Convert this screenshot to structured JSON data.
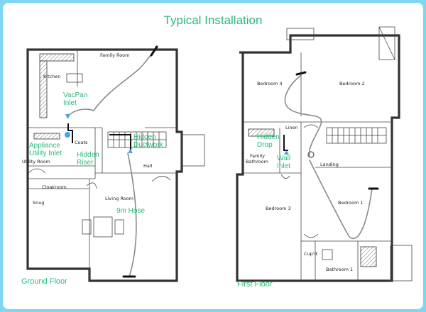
{
  "title": "Typical Installation",
  "colors": {
    "annotation": "#2db87a",
    "inlet": "#4aa3df",
    "background": "#7fd6f0"
  },
  "ground_floor": {
    "label": "Ground Floor",
    "rooms": {
      "kitchen": "Kitchen",
      "family_room": "Family Room",
      "utility_room": "Utility Room",
      "cloakroom": "Cloakroom",
      "snug": "Snug",
      "hall": "Hall",
      "living_room": "Living Room",
      "coats": "Coats"
    },
    "callouts": {
      "vacpan_line1": "VacPan",
      "vacpan_line2": "Inlet",
      "appliance_line1": "Appliance",
      "appliance_line2": "Utility Inlet",
      "riser_line1": "Hidden",
      "riser_line2": "Riser",
      "ductwork_line1": "Hidden",
      "ductwork_line2": "Ductwork",
      "hose": "9m Hose"
    }
  },
  "first_floor": {
    "label": "First Floor",
    "rooms": {
      "bedroom4": "Bedroom 4",
      "bedroom2": "Bedroom 2",
      "bedroom3": "Bedroom 3",
      "bedroom1": "Bedroom 1",
      "landing": "Landing",
      "linen": "Linen",
      "family_bath_line1": "Family",
      "family_bath_line2": "Bathroom",
      "cupd": "Cup'd",
      "bathroom1": "Bathroom 1"
    },
    "callouts": {
      "drop_line1": "Hidden",
      "drop_line2": "Drop",
      "wall_line1": "Wall",
      "wall_line2": "Inlet"
    }
  }
}
